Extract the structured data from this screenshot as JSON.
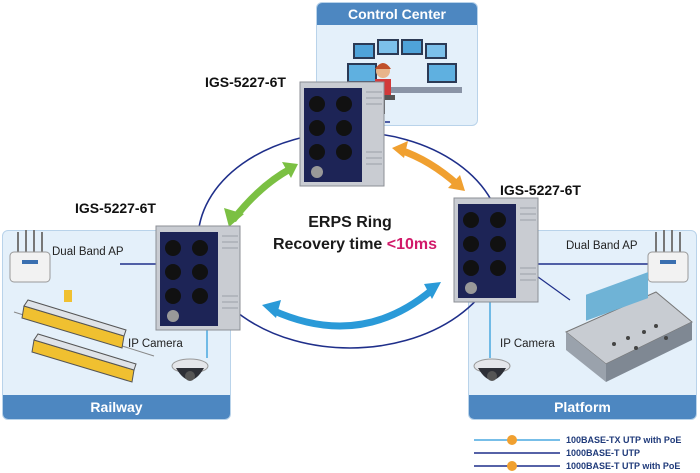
{
  "control_center": {
    "title": "Control Center"
  },
  "switches": {
    "top": {
      "model": "IGS-5227-6T"
    },
    "left": {
      "model": "IGS-5227-6T"
    },
    "right": {
      "model": "IGS-5227-6T"
    }
  },
  "ring": {
    "line1": "ERPS Ring",
    "line2_prefix": "Recovery time ",
    "line2_value": "<10ms"
  },
  "railway": {
    "title": "Railway",
    "ap_label": "Dual Band AP",
    "camera_label": "IP Camera"
  },
  "platform": {
    "title": "Platform",
    "ap_label": "Dual Band AP",
    "camera_label": "IP Camera"
  },
  "legend": [
    {
      "label": "100BASE-TX UTP with PoE",
      "color": "#4aa8e0",
      "poe": true
    },
    {
      "label": "1000BASE-T UTP",
      "color": "#1f2f8a",
      "poe": false
    },
    {
      "label": "1000BASE-T UTP with PoE",
      "color": "#1f2f8a",
      "poe": true
    }
  ],
  "colors": {
    "panel_title": "#4d87c1",
    "ring": "#1f2f8a",
    "accent": "#d11a6a",
    "arrow_green": "#7bc043",
    "arrow_orange": "#f0a030",
    "arrow_blue": "#2a9ad8"
  }
}
